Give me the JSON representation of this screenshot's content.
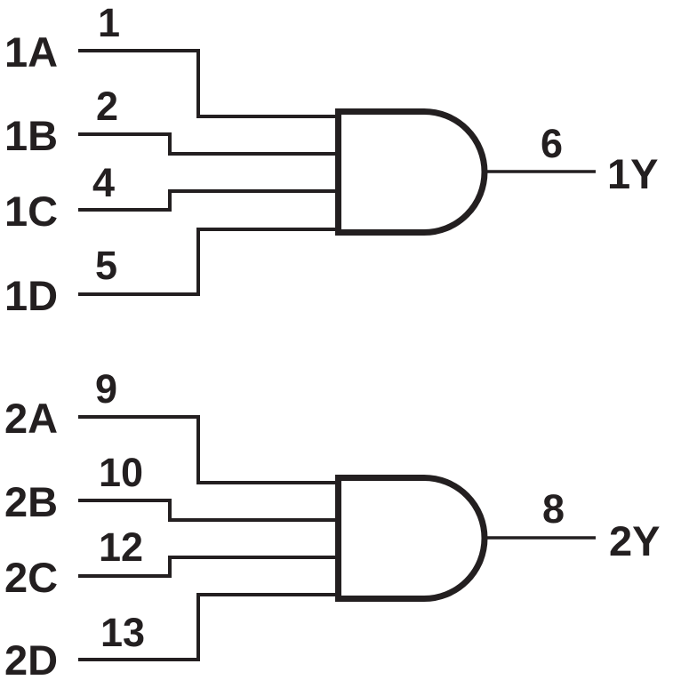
{
  "colors": {
    "ink": "#231f20",
    "background": "#ffffff"
  },
  "gates": [
    {
      "type": "AND",
      "inputs": [
        {
          "label": "1A",
          "pin": "1"
        },
        {
          "label": "1B",
          "pin": "2"
        },
        {
          "label": "1C",
          "pin": "4"
        },
        {
          "label": "1D",
          "pin": "5"
        }
      ],
      "output": {
        "label": "1Y",
        "pin": "6"
      }
    },
    {
      "type": "AND",
      "inputs": [
        {
          "label": "2A",
          "pin": "9"
        },
        {
          "label": "2B",
          "pin": "10"
        },
        {
          "label": "2C",
          "pin": "12"
        },
        {
          "label": "2D",
          "pin": "13"
        }
      ],
      "output": {
        "label": "2Y",
        "pin": "8"
      }
    }
  ]
}
